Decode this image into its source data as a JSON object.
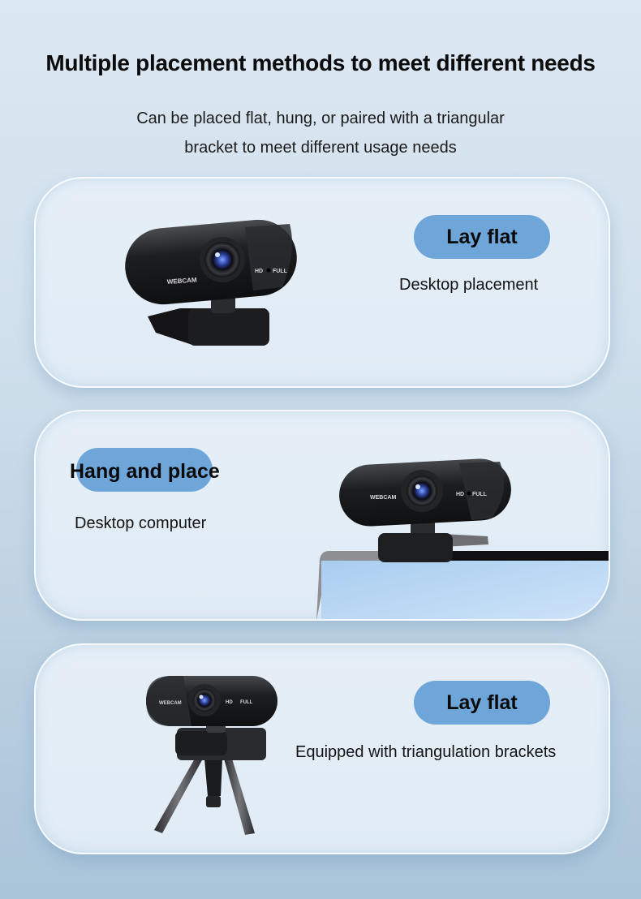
{
  "header": {
    "title": "Multiple placement methods to meet different needs",
    "subtitle_line1": "Can be placed flat, hung, or paired with a triangular",
    "subtitle_line2": "bracket to meet different usage needs"
  },
  "cards": [
    {
      "badge": "Lay flat",
      "description": "Desktop placement",
      "image": "webcam-on-flat-base",
      "webcam_labels": {
        "left": "WEBCAM",
        "right_hd": "HD",
        "right_full": "FULL"
      }
    },
    {
      "badge": "Hang and place",
      "description": "Desktop computer",
      "image": "webcam-clipped-on-monitor",
      "webcam_labels": {
        "left": "WEBCAM",
        "right_hd": "HD",
        "right_full": "FULL"
      }
    },
    {
      "badge": "Lay flat",
      "description": "Equipped with triangulation brackets",
      "image": "webcam-on-tripod",
      "webcam_labels": {
        "left": "WEBCAM",
        "right_hd": "HD",
        "right_full": "FULL"
      }
    }
  ],
  "colors": {
    "badge_bg": "#6fa6da",
    "card_bg": "#e3edf6",
    "page_bg_top": "#dce8f2",
    "page_bg_bottom": "#aac4d9",
    "webcam_body": "#1b1c1e"
  }
}
